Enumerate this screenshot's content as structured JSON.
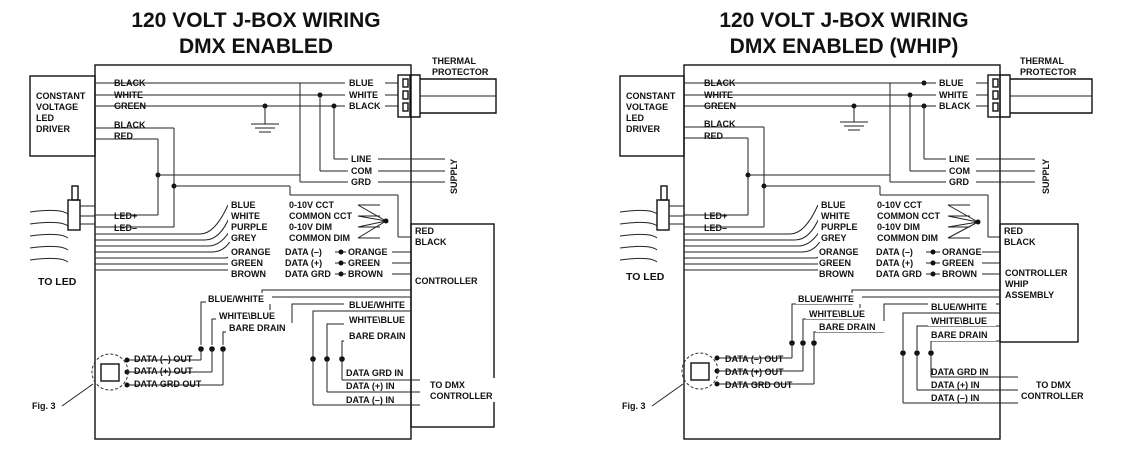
{
  "left": {
    "title1": "120 VOLT J-BOX WIRING",
    "title2": "DMX ENABLED",
    "driver": [
      "CONSTANT",
      "VOLTAGE",
      "LED",
      "DRIVER"
    ],
    "driver_wires": [
      "BLACK",
      "WHITE",
      "GREEN"
    ],
    "thermal_wires": [
      "BLUE",
      "WHITE",
      "BLACK"
    ],
    "thermal": [
      "THERMAL",
      "PROTECTOR"
    ],
    "led_wires": [
      "BLACK",
      "RED"
    ],
    "supply_wires": [
      "LINE",
      "COM",
      "GRD"
    ],
    "supply": "SUPPLY",
    "led_plus": "LED+",
    "led_minus": "LED–",
    "to_led": "TO LED",
    "cct": [
      {
        "color": "BLUE",
        "func": "0-10V CCT"
      },
      {
        "color": "WHITE",
        "func": "COMMON CCT"
      },
      {
        "color": "PURPLE",
        "func": "0-10V DIM"
      },
      {
        "color": "GREY",
        "func": "COMMON DIM"
      }
    ],
    "data": [
      {
        "color": "ORANGE",
        "func": "DATA (–)",
        "out": "ORANGE"
      },
      {
        "color": "GREEN",
        "func": "DATA (+)",
        "out": "GREEN"
      },
      {
        "color": "BROWN",
        "func": "DATA GRD",
        "out": "BROWN"
      }
    ],
    "red_black": [
      "RED",
      "BLACK"
    ],
    "controller": [
      "CONTROLLER"
    ],
    "drain_left": [
      "BLUE/WHITE",
      "WHITE\\BLUE",
      "BARE DRAIN"
    ],
    "drain_right": [
      "BLUE/WHITE",
      "WHITE\\BLUE",
      "BARE DRAIN"
    ],
    "data_out": [
      "DATA (–) OUT",
      "DATA (+) OUT",
      "DATA GRD OUT"
    ],
    "data_in": [
      "DATA GRD IN",
      "DATA (+) IN",
      "DATA (–) IN"
    ],
    "to_dmx": [
      "TO DMX",
      "CONTROLLER"
    ],
    "fig": "Fig. 3"
  },
  "right": {
    "title1": "120 VOLT J-BOX WIRING",
    "title2": "DMX ENABLED (WHIP)",
    "driver": [
      "CONSTANT",
      "VOLTAGE",
      "LED",
      "DRIVER"
    ],
    "driver_wires": [
      "BLACK",
      "WHITE",
      "GREEN"
    ],
    "thermal_wires": [
      "BLUE",
      "WHITE",
      "BLACK"
    ],
    "thermal": [
      "THERMAL",
      "PROTECTOR"
    ],
    "led_wires": [
      "BLACK",
      "RED"
    ],
    "supply_wires": [
      "LINE",
      "COM",
      "GRD"
    ],
    "supply": "SUPPLY",
    "led_plus": "LED+",
    "led_minus": "LED–",
    "to_led": "TO LED",
    "cct": [
      {
        "color": "BLUE",
        "func": "0-10V CCT"
      },
      {
        "color": "WHITE",
        "func": "COMMON CCT"
      },
      {
        "color": "PURPLE",
        "func": "0-10V DIM"
      },
      {
        "color": "GREY",
        "func": "COMMON DIM"
      }
    ],
    "data": [
      {
        "color": "ORANGE",
        "func": "DATA (–)",
        "out": "ORANGE"
      },
      {
        "color": "GREEN",
        "func": "DATA (+)",
        "out": "GREEN"
      },
      {
        "color": "BROWN",
        "func": "DATA GRD",
        "out": "BROWN"
      }
    ],
    "red_black": [
      "RED",
      "BLACK"
    ],
    "controller": [
      "CONTROLLER",
      "WHIP",
      "ASSEMBLY"
    ],
    "drain_left": [
      "BLUE/WHITE",
      "WHITE\\BLUE",
      "BARE DRAIN"
    ],
    "drain_right": [
      "BLUE/WHITE",
      "WHITE\\BLUE",
      "BARE DRAIN"
    ],
    "data_out": [
      "DATA (–) OUT",
      "DATA (+) OUT",
      "DATA GRD OUT"
    ],
    "data_in": [
      "DATA GRD IN",
      "DATA (+) IN",
      "DATA (–) IN"
    ],
    "to_dmx": [
      "TO DMX",
      "CONTROLLER"
    ],
    "fig": "Fig. 3"
  }
}
